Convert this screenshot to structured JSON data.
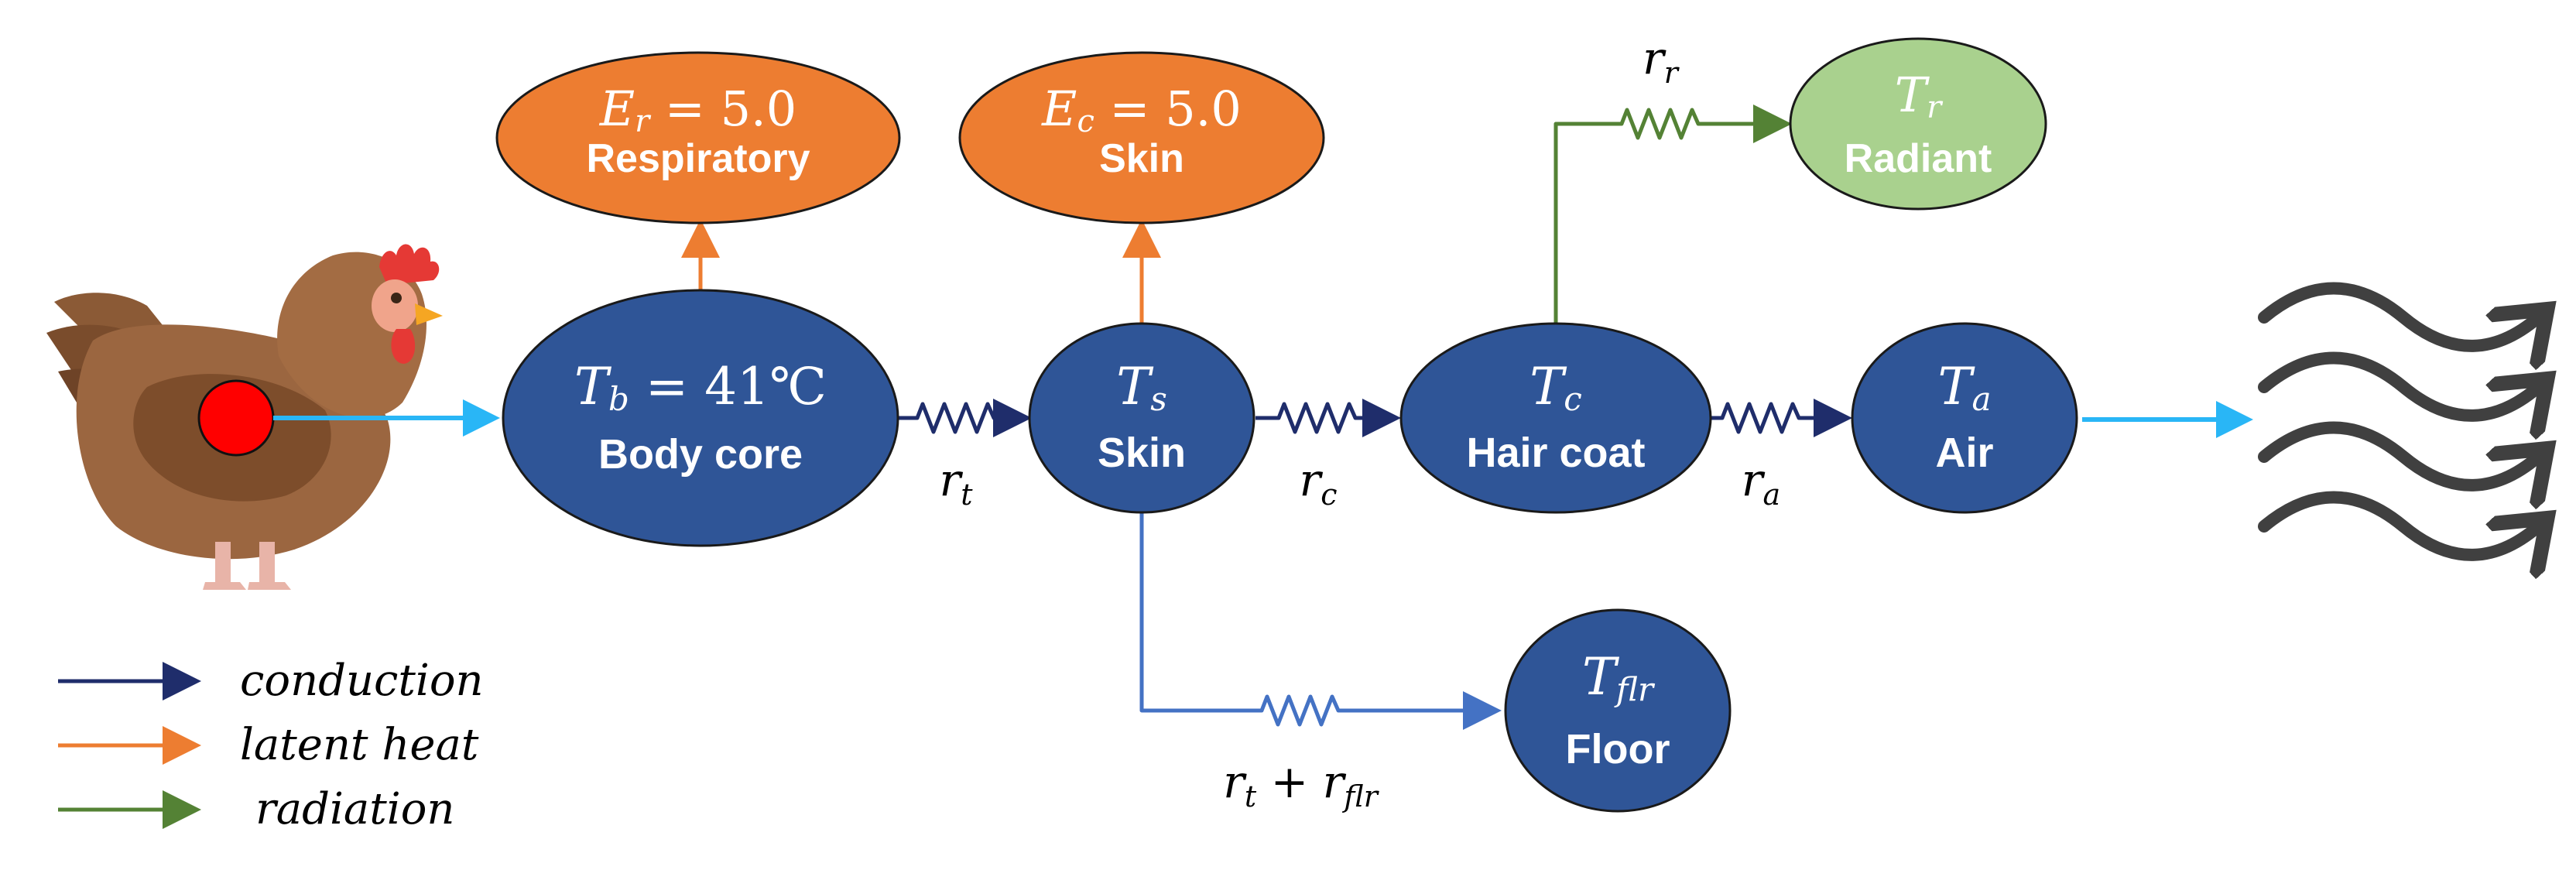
{
  "colors": {
    "blue": "#2f5597",
    "navy": "#1f2d6b",
    "orange": "#ed7d31",
    "green_node": "#a9d18e",
    "green_line": "#548235",
    "cyan": "#29b6f6",
    "floor_line": "#4472c4",
    "wave": "#404040"
  },
  "nodes": {
    "er": {
      "math": "E",
      "sub": "r",
      "rest": " = 5.0",
      "label": "Respiratory"
    },
    "ec": {
      "math": "E",
      "sub": "c",
      "rest": " = 5.0",
      "label": "Skin"
    },
    "tr": {
      "math": "T",
      "sub": "r",
      "label": "Radiant"
    },
    "tb": {
      "math": "T",
      "sub": "b",
      "rest": " = 41℃",
      "label": "Body core"
    },
    "ts": {
      "math": "T",
      "sub": "s",
      "label": "Skin"
    },
    "tc": {
      "math": "T",
      "sub": "c",
      "label": "Hair coat"
    },
    "ta": {
      "math": "T",
      "sub": "a",
      "label": "Air"
    },
    "tflr": {
      "math": "T",
      "sub": "flr",
      "label": "Floor"
    }
  },
  "resistors": {
    "rt": {
      "math": "r",
      "sub": "t"
    },
    "rc": {
      "math": "r",
      "sub": "c"
    },
    "ra": {
      "math": "r",
      "sub": "a"
    },
    "rr": {
      "math": "r",
      "sub": "r"
    },
    "rflr": {
      "math": "r",
      "sub": "t",
      "rest": " + r",
      "sub2": "flr"
    }
  },
  "legend": [
    {
      "label": "conduction",
      "color": "#1f2d6b"
    },
    {
      "label": "latent heat",
      "color": "#ed7d31"
    },
    {
      "label": "radiation",
      "color": "#548235"
    }
  ]
}
